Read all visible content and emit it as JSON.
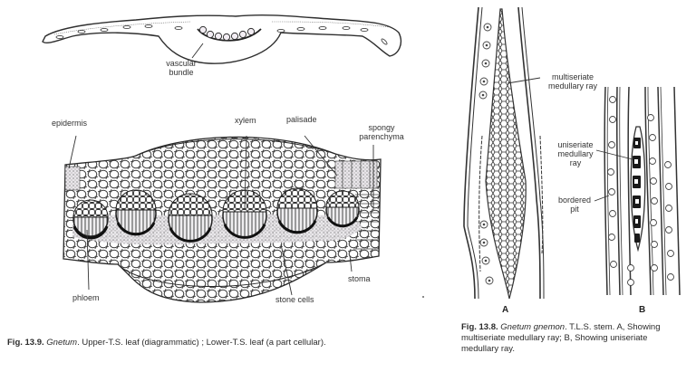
{
  "figure_13_9": {
    "upper_diagram": {
      "title": "T.S. leaf (diagrammatic)",
      "labels": {
        "vascular_bundle_line1": "vascular",
        "vascular_bundle_line2": "bundle"
      }
    },
    "lower_diagram": {
      "title": "T.S. leaf (a part cellular)",
      "labels": {
        "epidermis": "epidermis",
        "xylem": "xylem",
        "palisade": "palisade",
        "spongy_line1": "spongy",
        "spongy_line2": "parenchyma",
        "phloem": "phloem",
        "stone_cells": "stone cells",
        "stoma": "stoma"
      }
    },
    "caption": {
      "number": "Fig. 13.9.",
      "genus": "Gnetum",
      "text": ". Upper-T.S. leaf (diagrammatic) ; Lower-T.S. leaf (a part cellular)."
    }
  },
  "figure_13_8": {
    "panel_a": {
      "letter": "A",
      "labels": {
        "multiseriate_line1": "multiseriate",
        "multiseriate_line2": "medullary ray"
      }
    },
    "panel_b": {
      "letter": "B",
      "labels": {
        "uniseriate_line1": "uniseriate",
        "uniseriate_line2": "medullary",
        "uniseriate_line3": "ray",
        "bordered_pit_line1": "bordered",
        "bordered_pit_line2": "pit"
      }
    },
    "caption": {
      "number": "Fig. 13.8.",
      "species": "Gnetum gnemon",
      "text_line1": ". T.L.S. stem. A, Showing",
      "text_line2": "multiseriate medullary ray; B, Showing uniseriate",
      "text_line3": "medullary ray."
    }
  }
}
